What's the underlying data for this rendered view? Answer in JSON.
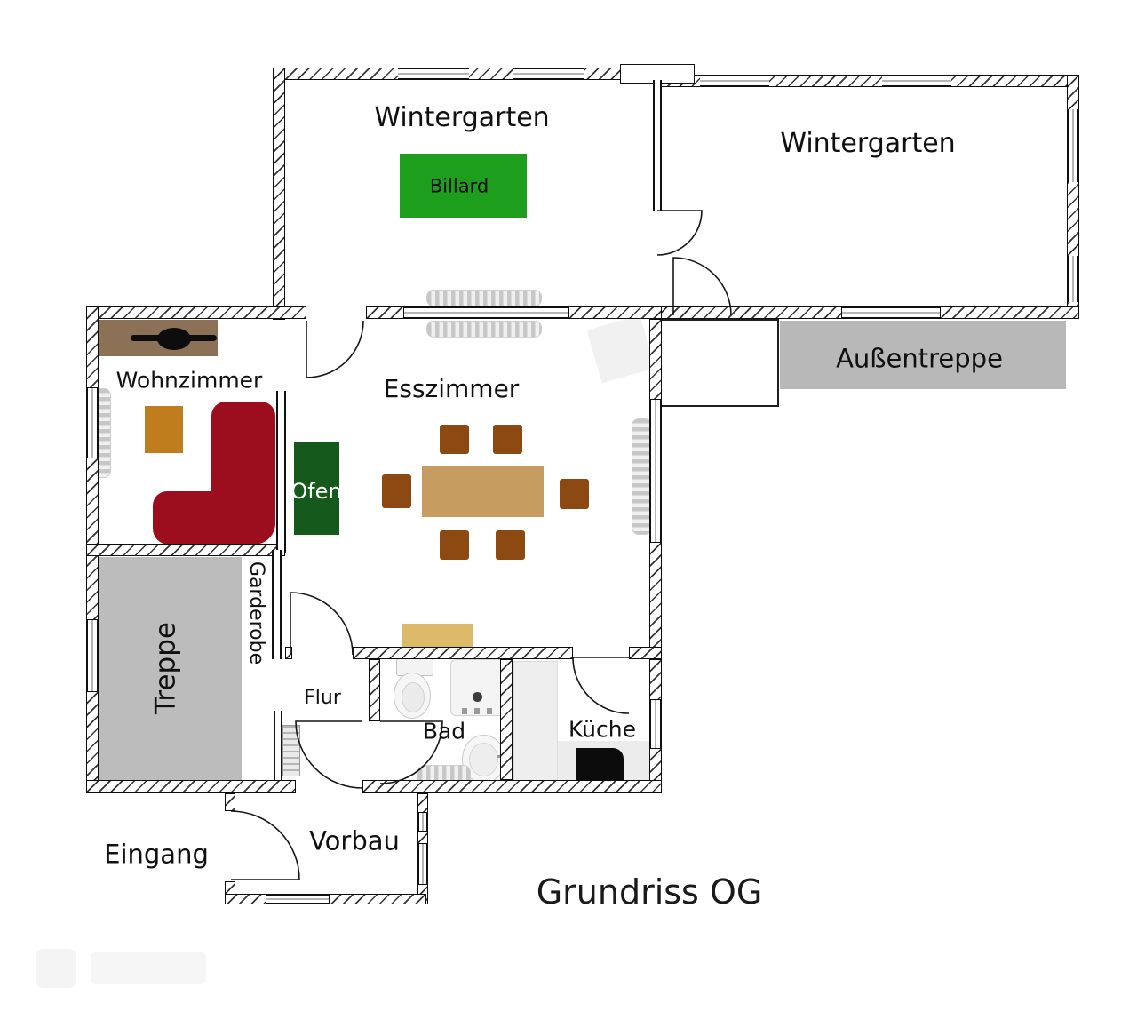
{
  "title": "Grundriss OG",
  "rooms": {
    "wintergarten_left": "Wintergarten",
    "wintergarten_right": "Wintergarten",
    "aussentreppe": "Außentreppe",
    "wohnzimmer": "Wohnzimmer",
    "esszimmer": "Esszimmer",
    "treppe": "Treppe",
    "garderobe": "Garderobe",
    "flur": "Flur",
    "bad": "Bad",
    "kueche": "Küche",
    "vorbau": "Vorbau",
    "eingang": "Eingang"
  },
  "furniture": {
    "billard": "Billard",
    "ofen": "Ofen"
  },
  "colors": {
    "billard_green": "#1d9e1d",
    "ofen_green": "#15591c",
    "sofa_red": "#9c0e1e",
    "dining_table_tan": "#c69c60",
    "chair_brown": "#8c4a12",
    "coffee_table_orange": "#c07d1e",
    "tv_sideboard_brown": "#8d7157",
    "dining_sideboard_tan": "#ddb96a",
    "treppe_gray": "#bcbcbc",
    "aussentreppe_gray": "#b8b8b8",
    "radiator_gray": "#cfcfcf",
    "wall_line": "#111111"
  }
}
